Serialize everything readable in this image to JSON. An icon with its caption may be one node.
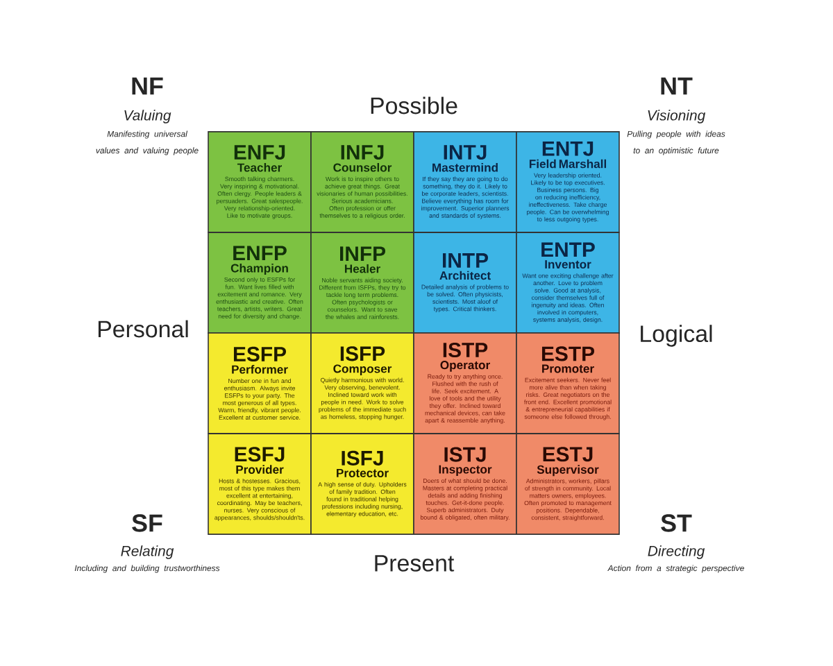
{
  "diagram": {
    "nodes": [
      {
        "text": [
          "ENFJ",
          "Teacher",
          "Smooth talking charmers. Very inspiring & motivational. Often clergy. People leaders & persuaders. Great salespeople. Very relationship-oriented. Like to motivate groups."
        ]
      },
      {
        "text": [
          "INFJ",
          "Counselor",
          "Work is to inspire others to achieve great things. Great visionaries of human possibilities. Serious academicians. Often profession or offer themselves to a religious order."
        ]
      },
      {
        "text": [
          "INTJ",
          "Mastermind",
          "If they say they are going to do something, they do it. Likely to be corporate leaders, scientists. Believe everything has room for improvement. Superior planners and standards of systems."
        ]
      },
      {
        "text": [
          "ENTJ",
          "Field Marshall",
          "Very leadership oriented. Likely to be top executives. Business persons. Big on reducing inefficiency, ineffectiveness. Take charge people. Can be overwhelming to less outgoing types."
        ]
      },
      {
        "text": [
          "ENFP",
          "Champion",
          "Second only to ESFPs for fun. Want lives filled with excitement and romance. Very enthusiastic and creative. Often teachers, artists, writers. Great need for diversity and change."
        ]
      },
      {
        "text": [
          "INFP",
          "Healer",
          "Noble servants aiding society. Different from ISFPs, they try to tackle long term problems. Often psychologists or counselors. Want to save the whales and rainforests."
        ]
      },
      {
        "text": [
          "INTP",
          "Architect",
          "Detailed analysis of problems to be solved. Often physicists, scientists. Most aloof of types. Critical thinkers."
        ]
      },
      {
        "text": [
          "ENTP",
          "Inventor",
          "Want one exciting challenge after another. Love to problem solve. Good at analysis, consider themselves full of ingenuity and ideas. Often involved in computers, systems analysis, design."
        ]
      },
      {
        "text": [
          "ESFP",
          "Performer",
          "Number one in fun and enthusiasm. Always invite ESFPs to your party. The most generous of all types. Warm, friendly, vibrant people. Excellent at customer service."
        ]
      },
      {
        "text": [
          "ISFP",
          "Composer",
          "Quietly harmonious with world. Very observing, benevolent. Inclined toward work with people in need. Work to solve problems of the immediate such as homeless, stopping hunger."
        ]
      },
      {
        "text": [
          "ISTP",
          "Operator",
          "Ready to try anything once. Flushed with the rush of life. Seek excitement. A love of tools and the utility they offer. Inclined toward mechanical devices, can take apart & reassemble anything."
        ]
      },
      {
        "text": [
          "ESTP",
          "Promoter",
          "Excitement seekers. Never feel more alive than when taking risks. Great negotiators on the front end. Excellent promotional & entrepreneurial capabilities if someone else followed through."
        ]
      },
      {
        "text": [
          "ESFJ",
          "Provider",
          "Hosts & hostesses. Gracious, most of this type makes them excellent at entertaining, coordinating. May be teachers, nurses. Very conscious of appearances, shoulds/shouldn'ts."
        ]
      },
      {
        "text": [
          "ISFJ",
          "Protector",
          "A high sense of duty. Upholders of family tradition. Often found in traditional helping professions including nursing, elementary education, etc."
        ]
      },
      {
        "text": [
          "ISTJ",
          "Inspector",
          "Doers of what should be done. Masters at completing practical details and adding finishing touches. Get-it-done people. Superb administrators. Duty bound & obligated, often military."
        ]
      },
      {
        "text": [
          "ESTJ",
          "Supervisor",
          "Administrators, workers, pillars of strength in community. Local matters owners, employees. Often promoted to management positions. Dependable, consistent, straightforward."
        ]
      }
    ],
    "labels": [
      "NF",
      "Valuing",
      "Manifesting universal values and valuing people",
      "NT",
      "Visioning",
      "Pulling people with ideas to an optimistic future",
      "Possible",
      "Personal",
      "Logical",
      "SF",
      "Relating",
      "Including and building trustworthiness",
      "ST",
      "Directing",
      "Action from a strategic perspective",
      "Present"
    ]
  }
}
